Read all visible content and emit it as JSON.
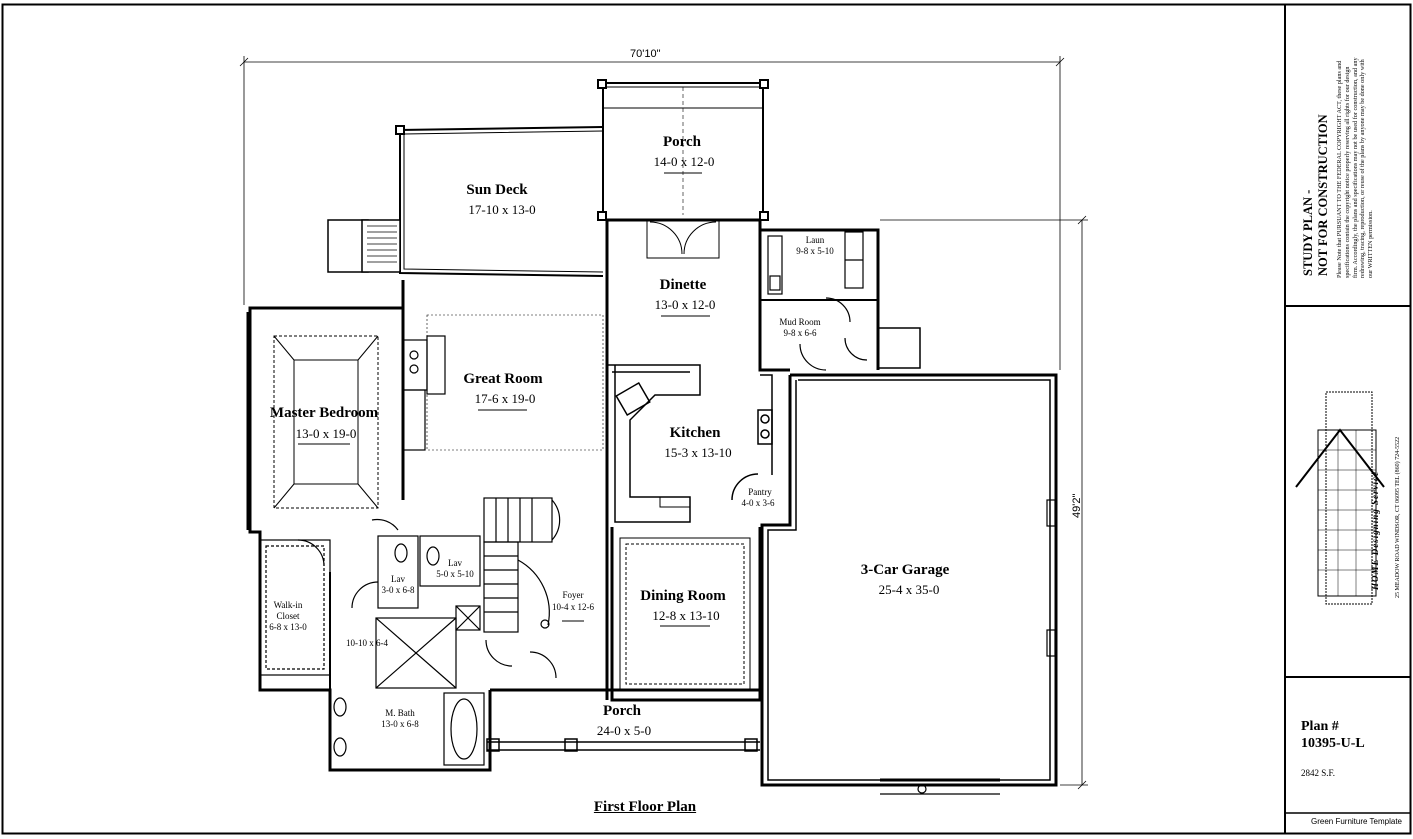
{
  "overall_dimensions": {
    "width": "70'10\"",
    "depth": "49'2\""
  },
  "rooms": [
    {
      "id": "porch-rear",
      "name": "Porch",
      "dim": "14-0 x 12-0"
    },
    {
      "id": "sun-deck",
      "name": "Sun Deck",
      "dim": "17-10 x 13-0"
    },
    {
      "id": "dinette",
      "name": "Dinette",
      "dim": "13-0 x 12-0"
    },
    {
      "id": "laun",
      "name": "Laun",
      "dim": "9-8 x 5-10"
    },
    {
      "id": "mud-room",
      "name": "Mud Room",
      "dim": "9-8 x 6-6"
    },
    {
      "id": "great-room",
      "name": "Great Room",
      "dim": "17-6 x 19-0"
    },
    {
      "id": "master-bedroom",
      "name": "Master Bedroom",
      "dim": "13-0 x 19-0"
    },
    {
      "id": "kitchen",
      "name": "Kitchen",
      "dim": "15-3 x 13-10"
    },
    {
      "id": "pantry",
      "name": "Pantry",
      "dim": "4-0 x 3-6"
    },
    {
      "id": "lav-1",
      "name": "Lav",
      "dim": "5-0 x 5-10"
    },
    {
      "id": "lav-2",
      "name": "Lav",
      "dim": "3-0 x 6-8"
    },
    {
      "id": "foyer",
      "name": "Foyer",
      "dim": "10-4 x 12-6"
    },
    {
      "id": "dining-room",
      "name": "Dining Room",
      "dim": "12-8 x 13-10"
    },
    {
      "id": "garage",
      "name": "3-Car Garage",
      "dim": "25-4 x 35-0"
    },
    {
      "id": "walk-in-closet",
      "name": "Walk-in\nCloset",
      "dim": "6-8 x 13-0"
    },
    {
      "id": "shower",
      "name": "",
      "dim": "10-10 x 6-4"
    },
    {
      "id": "m-bath",
      "name": "M. Bath",
      "dim": "13-0 x 6-8"
    },
    {
      "id": "porch-front",
      "name": "Porch",
      "dim": "24-0 x 5-0"
    }
  ],
  "caption": "First Floor Plan",
  "title_block": {
    "notice_title_1": "STUDY PLAN -",
    "notice_title_2": "NOT FOR CONSTRUCTION",
    "notice_body": "Please Note that PURSUANT TO THE FEDERAL COPYRIGHT ACT, these plans and specifications contain the copyright notice properly reserving all rights for our design firm. Accordingly, the plans and specifications may not be used for construction, and any redrawing, tracing, reproduction, or reuse of the plans by anyone may be done only with our WRITTEN permission.",
    "logo_text": "HOME Designing Service",
    "address": "25 MEADOW ROAD   WINDSOR, CT 06095   TEL (860) 724-5522",
    "plan_label": "Plan #",
    "plan_number": "10395-U-L",
    "square_feet": "2842 S.F.",
    "template": "Green Furniture Template"
  }
}
